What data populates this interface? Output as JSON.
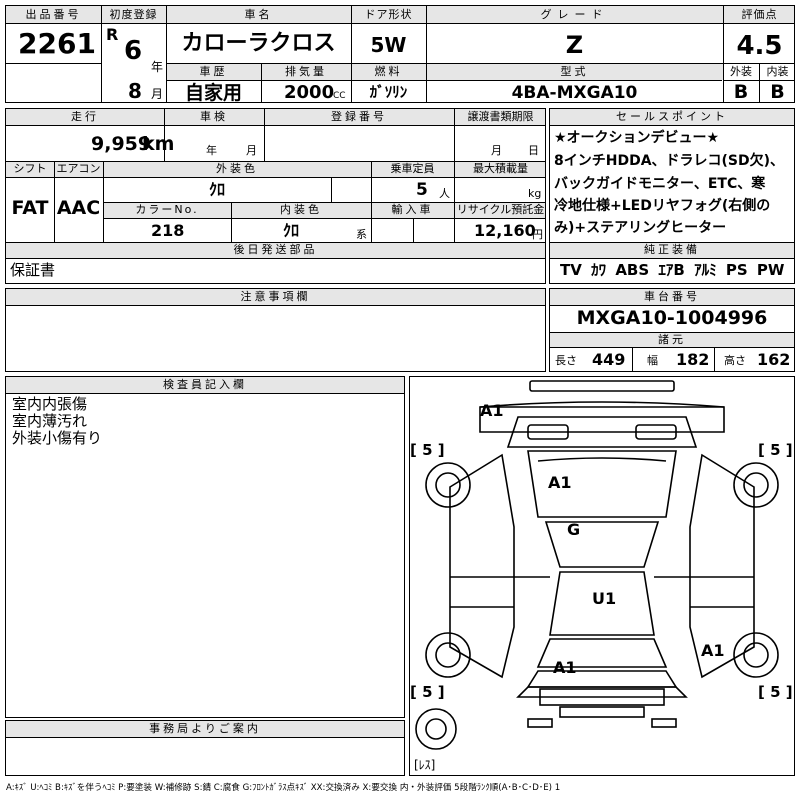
{
  "header": {
    "lot_label": "出品番号",
    "lot": "2261",
    "first_reg_label": "初度登録",
    "era": "R",
    "year": "6",
    "year_unit": "年",
    "month": "8",
    "month_unit": "月",
    "car_name_label": "車名",
    "car_name": "カローラクロス",
    "door_label": "ドア形状",
    "door": "5W",
    "grade_label": "グレード",
    "grade": "Z",
    "score_label": "評価点",
    "score": "4.5",
    "exterior_label": "外装",
    "exterior": "B",
    "interior_label": "内装",
    "interior": "B",
    "history_label": "車歴",
    "history": "自家用",
    "displacement_label": "排気量",
    "displacement": "2000",
    "cc": "CC",
    "fuel_label": "燃料",
    "fuel": "ｶﾞｿﾘﾝ",
    "model_label": "型式",
    "model": "4BA-MXGA10"
  },
  "row2": {
    "mileage_label": "走行",
    "mileage": "9,959",
    "km": "km",
    "inspection_label": "車検",
    "inspection_year": "年",
    "inspection_month": "月",
    "reg_no_label": "登録番号",
    "transfer_label": "譲渡書類期限",
    "transfer_month": "月",
    "transfer_day": "日",
    "shift_label": "シフト",
    "shift": "FAT",
    "ac_label": "エアコン",
    "ac": "AAC",
    "ext_color_label": "外装色",
    "ext_color": "ｸﾛ",
    "capacity_label": "乗車定員",
    "capacity": "5",
    "capacity_unit": "人",
    "max_load_label": "最大積載量",
    "max_load_unit": "kg",
    "color_no_label": "カラーNo.",
    "color_no": "218",
    "int_color_label": "内装色",
    "int_color": "ｸﾛ",
    "int_color_unit": "系",
    "import_label": "輸入車",
    "recycle_label": "リサイクル預託金",
    "recycle": "12,160",
    "recycle_unit": "円",
    "later_parts_label": "後日発送部品",
    "later_parts": "保証書"
  },
  "sales_points": {
    "label": "セールスポイント",
    "lines": [
      "★オークションデビュー★",
      "8インチHDDA、ドラレコ(SD欠)、",
      "バックガイドモニター、ETC、寒",
      "冷地仕様+LEDリヤフォグ(右側の",
      "み)+ステアリングヒーター"
    ]
  },
  "equipment": {
    "label": "純正装備",
    "items": [
      "TV",
      "ｶﾜ",
      "ABS",
      "ｴｱB",
      "ｱﾙﾐ",
      "PS",
      "PW"
    ]
  },
  "notes_label": "注意事項欄",
  "chassis": {
    "label": "車台番号",
    "number": "MXGA10-1004996",
    "spec_label": "諸元",
    "length_label": "長さ",
    "length": "449",
    "width_label": "幅",
    "width": "182",
    "height_label": "高さ",
    "height": "162"
  },
  "inspector": {
    "label": "検査員記入欄",
    "remarks": [
      "室内内張傷",
      "室内薄汚れ",
      "外装小傷有り"
    ]
  },
  "office_label": "事務局よりご案内",
  "diagram": {
    "marks": [
      "A1",
      "A1",
      "G",
      "U1",
      "A1",
      "A1"
    ],
    "tire_tl": "[ 5 ]",
    "tire_tr": "[ 5 ]",
    "tire_bl": "[ 5 ]",
    "tire_br": "[ 5 ]",
    "spare": "[ﾚｽ]"
  },
  "legend": "A:ｷｽﾞ U:ﾍｺﾐ B:ｷｽﾞを伴うﾍｺﾐ P:要塗装 W:補修跡 S:錆 C:腐食 G:ﾌﾛﾝﾄｶﾞﾗｽ点ｷｽﾞ XX:交換済み X:要交換 内・外装評価 5段階ﾗﾝｸ順(A･B･C･D･E) 1"
}
